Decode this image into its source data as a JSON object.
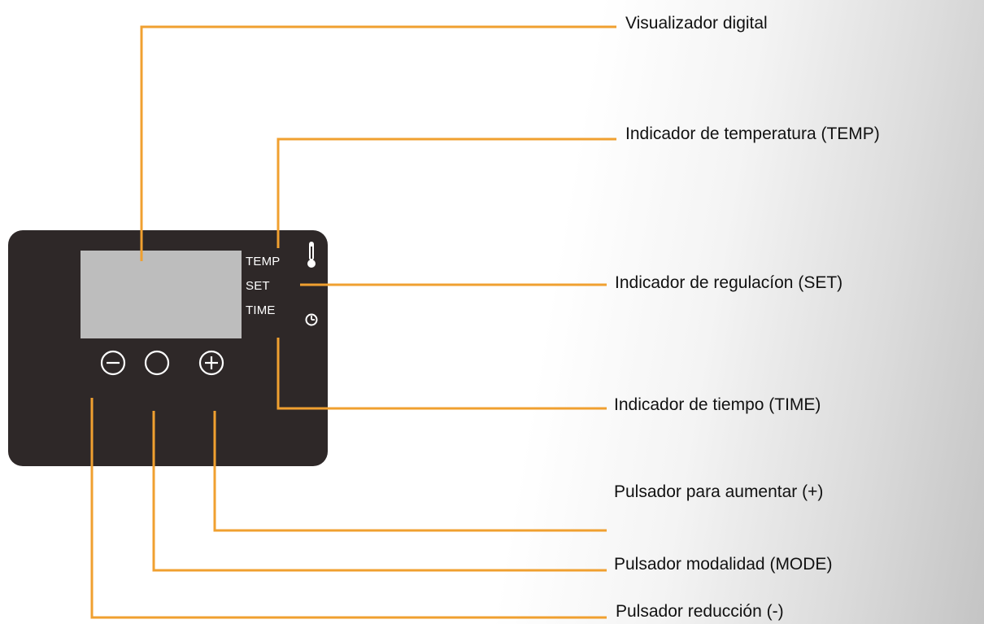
{
  "panel": {
    "indicators": {
      "temp": "TEMP",
      "set": "SET",
      "time": "TIME"
    },
    "icons": {
      "thermometer": "thermometer-icon",
      "clock": "clock-icon",
      "minus": "minus-circle-icon",
      "mode": "circle-icon",
      "plus": "plus-circle-icon"
    }
  },
  "callouts": {
    "display": "Visualizador digital",
    "temp": "Indicador de temperatura (TEMP)",
    "set": "Indicador de regulacíon (SET)",
    "time": "Indicador de tiempo (TIME)",
    "plus": "Pulsador para aumentar (+)",
    "mode": "Pulsador modalidad (MODE)",
    "minus": "Pulsador reducción (-)"
  },
  "colors": {
    "leader_line": "#F0A030",
    "panel": "#2E2828",
    "display": "#BDBDBD",
    "panel_text": "#FFFFFF"
  }
}
